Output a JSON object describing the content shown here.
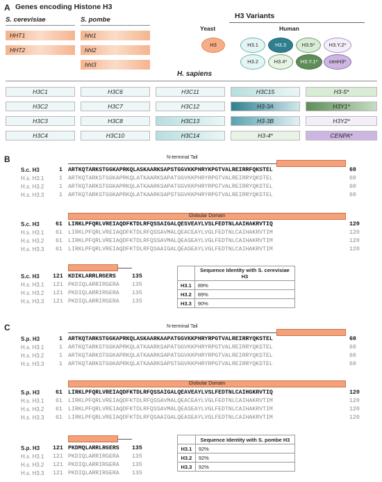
{
  "panelA": {
    "letter": "A",
    "title": "Genes encoding Histone H3",
    "cerevisiae_header": "S. cerevisiae",
    "pombe_header": "S. pombe",
    "cerevisiae_genes": [
      "HHT1",
      "HHT2"
    ],
    "pombe_genes": [
      "hht1",
      "hht2",
      "hht3"
    ],
    "variants_title": "H3 Variants",
    "yeast_label": "Yeast",
    "human_label": "Human",
    "yeast_variant": "H3",
    "human_variants": [
      "H3.1",
      "H3.3",
      "H3.5*",
      "H3.Y.2*",
      "H3.2",
      "H3.4*",
      "H3.Y.1*",
      "cenH3*"
    ],
    "sapiens_header": "H. sapiens",
    "sapiens_genes": [
      [
        "H3C1",
        "H3C6",
        "H3C11",
        "H3C15",
        "H3-5*"
      ],
      [
        "H3C2",
        "H3C7",
        "H3C12",
        "H3-3A",
        "H3Y1*"
      ],
      [
        "H3C3",
        "H3C8",
        "H3C13",
        "H3-3B",
        "H3Y2*"
      ],
      [
        "H3C4",
        "H3C10",
        "H3C14",
        "H3-4*",
        "CENPA*"
      ]
    ]
  },
  "panelB": {
    "letter": "B",
    "tail_label": "N-terminal Tail",
    "globular_label": "Globular Domain",
    "ref_label": "S.c. H3",
    "rows_labels": [
      "H.s. H3.1",
      "H.s. H3.2",
      "H.s. H3.3"
    ],
    "block1": {
      "start": "1",
      "end": "60",
      "ref": "ARTKQTARKSTGGKAPRKQLASKAARKSAPSTGGVKKPHRYKPGTVALREIRRFQKSTEL",
      "rows": [
        "ARTKQTARKSTGGKAPRKQLATKAARKSAPATGGVKKPHRYRPGTVALREIRRYQKSTEL",
        "ARTKQTARKSTGGKAPRKQLATKAARKSAPATGGVKKPHRYRPGTVALREIRRYQKSTEL",
        "ARTKQTARKSTGGKAPRKQLATKAARKSAPSTGGVKKPHRYRPGTVALREIRRYQKSTEL"
      ]
    },
    "block2": {
      "start": "61",
      "end": "120",
      "ref": "LIRKLPFQRLVREIAQDFKTDLRFQSSAIGALQESVEAYLVSLFEDTNLAAIHAKRVTIQ",
      "rows": [
        "LIRKLPFQRLVREIAQDFKTDLRFQSSAVMALQEACEAYLVGLFEDTNLCAIHAKRVTIM",
        "LIRKLPFQRLVREIAQDFKTDLRFQSSAVMALQEASEAYLVGLFEDTNLCAIHAKRVTIM",
        "LIRKLPFQRLVREIAQDFKTDLRFQSAAIGALQEASEAYLVGLFEDTNLCAIHAKRVTIM"
      ]
    },
    "block3": {
      "start": "121",
      "end": "135",
      "ref": "KDIKLARRLRGERS",
      "rows": [
        "PKDIQLARRIRGERA",
        "PKDIQLARRIRGERA",
        "PKDIQLARRIRGERA"
      ]
    },
    "identity_header": "Sequence Identity with S. cerevisiae H3",
    "identity": [
      [
        "H3.1",
        "89%"
      ],
      [
        "H3.2",
        "89%"
      ],
      [
        "H3.3",
        "90%"
      ]
    ]
  },
  "panelC": {
    "letter": "C",
    "tail_label": "N-terminal Tail",
    "globular_label": "Globular Domain",
    "ref_label": "S.p. H3",
    "rows_labels": [
      "H.s. H3.1",
      "H.s. H3.2",
      "H.s. H3.3"
    ],
    "block1": {
      "start": "1",
      "end": "60",
      "ref": "ARTKQTARKSTGGKAPRKQLASKAARKAAPATGGVKKPHRYRPGTVALREIRRYQKSTEL",
      "rows": [
        "ARTKQTARKSTGGKAPRKQLATKAARKSAPATGGVKKPHRYRPGTVALREIRRYQKSTEL",
        "ARTKQTARKSTGGKAPRKQLATKAARKSAPATGGVKKPHRYRPGTVALREIRRYQKSTEL",
        "ARTKQTARKSTGGKAPRKQLATKAARKSAPSTGGVKKPHRYRPGTVALREIRRYQKSTEL"
      ]
    },
    "block2": {
      "start": "61",
      "end": "120",
      "ref": "LIRKLPFQRLVREIAQDFKTDLRFQSSAIGALQEAVEAYLVSLFEDTNLCAIHGKRVTIQ",
      "rows": [
        "LIRKLPFQRLVREIAQDFKTDLRFQSSAVMALQEACEAYLVGLFEDTNLCAIHAKRVTIM",
        "LIRKLPFQRLVREIAQDFKTDLRFQSSAVMALQEASEAYLVGLFEDTNLCAIHAKRVTIM",
        "LIRKLPFQRLVREIAQDFKTDLRFQSAAIGALQEASEAYLVGLFEDTNLCAIHAKRVTIM"
      ]
    },
    "block3": {
      "start": "121",
      "end": "135",
      "ref": "PKDMQLARRLRGERS",
      "rows": [
        "PKDIQLARRIRGERA",
        "PKDIQLARRIRGERA",
        "PKDIQLARRIRGERA"
      ]
    },
    "identity_header": "Sequence Identity with S. pombe H3",
    "identity": [
      [
        "H3.1",
        "92%"
      ],
      [
        "H3.2",
        "92%"
      ],
      [
        "H3.3",
        "92%"
      ]
    ]
  }
}
